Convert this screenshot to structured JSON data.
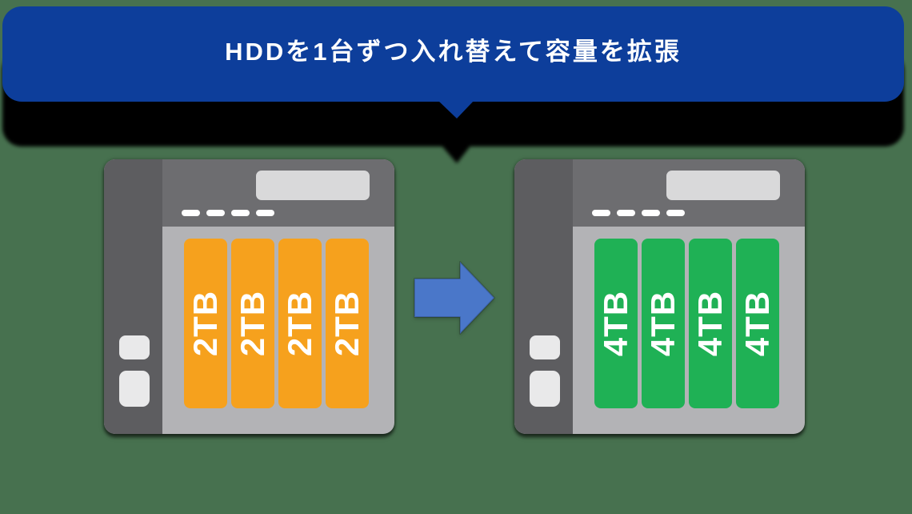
{
  "banner": {
    "title": "HDDを1台ずつ入れ替えて容量を拡張"
  },
  "nas_before": {
    "bay_labels": [
      "2TB",
      "2TB",
      "2TB",
      "2TB"
    ],
    "led_count": 4
  },
  "nas_after": {
    "bay_labels": [
      "4TB",
      "4TB",
      "4TB",
      "4TB"
    ],
    "led_count": 4
  },
  "arrow": {
    "direction": "right"
  },
  "colors": {
    "bg": "#47714F",
    "banner": "#0D3E9B",
    "banner_text": "#FFFFFF",
    "bubble_shadow": "#060606",
    "panel": "#6D6D70",
    "strip": "#5D5D60",
    "bay_area": "#B3B3B6",
    "lcd": "#D9D9DA",
    "button": "#E9E9EA",
    "led": "#FFFFFF",
    "bay_before": "#F6A11D",
    "bay_after": "#1FB155",
    "arrow": "#4A77C9"
  }
}
